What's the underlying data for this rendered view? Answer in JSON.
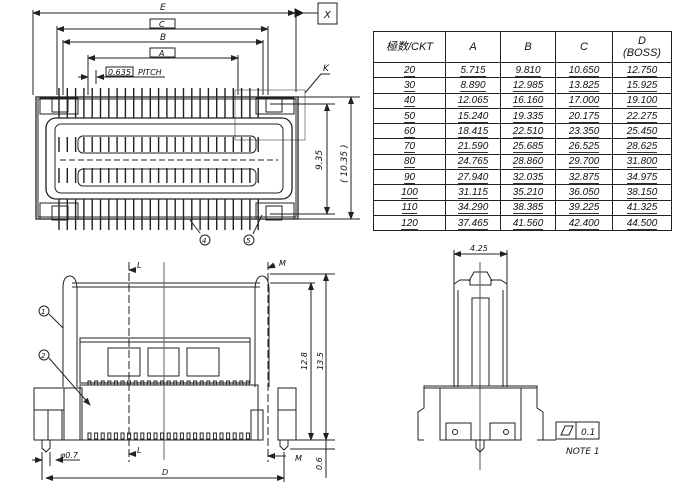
{
  "table": {
    "headers": [
      "極数/CKT",
      "A",
      "B",
      "C",
      "D",
      "(BOSS)"
    ],
    "rows": [
      [
        "20",
        "5.715",
        "9.810",
        "10.650",
        "12.750"
      ],
      [
        "30",
        "8.890",
        "12.985",
        "13.825",
        "15.925"
      ],
      [
        "40",
        "12.065",
        "16.160",
        "17.000",
        "19.100"
      ],
      [
        "50",
        "15.240",
        "19.335",
        "20.175",
        "22.275"
      ],
      [
        "60",
        "18.415",
        "22.510",
        "23.350",
        "25.450"
      ],
      [
        "70",
        "21.590",
        "25.685",
        "26.525",
        "28.625"
      ],
      [
        "80",
        "24.765",
        "28.860",
        "29.700",
        "31.800"
      ],
      [
        "90",
        "27.940",
        "32.035",
        "32.875",
        "34.975"
      ],
      [
        "100",
        "31.115",
        "35.210",
        "36.050",
        "38.150"
      ],
      [
        "110",
        "34.290",
        "38.385",
        "39.225",
        "41.325"
      ],
      [
        "120",
        "37.465",
        "41.560",
        "42.400",
        "44.500"
      ]
    ]
  },
  "top_view": {
    "dim_e": "E",
    "dim_c": "C",
    "dim_b": "B",
    "dim_a": "A",
    "pitch_value": "0.635",
    "pitch_label": "PITCH",
    "datum": "X",
    "detail_k": "K",
    "height_inner": "9.35",
    "height_outer": "( 10.35 )",
    "callout_4": "4",
    "callout_5": "5"
  },
  "front_view": {
    "callout_1": "1",
    "callout_2": "2",
    "dim_l_top": "L",
    "dim_m_top": "M",
    "height_12_8": "12.8",
    "height_13_5": "13.5",
    "boss_dia": "φ0.7",
    "dim_d": "D",
    "dim_l_bottom": "L",
    "dim_m_bottom": "M",
    "height_0_6": "0.6"
  },
  "side_view": {
    "width_dim": "4.25",
    "flatness_value": "0.1",
    "note": "NOTE 1"
  }
}
